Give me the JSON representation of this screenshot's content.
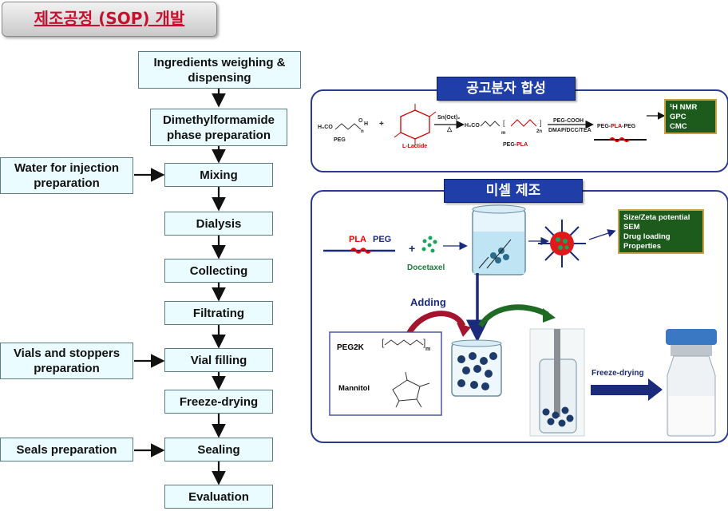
{
  "title": "제조공정 (SOP) 개발",
  "flow": {
    "steps": [
      "Ingredients weighing & dispensing",
      "Dimethylformamide phase preparation",
      "Mixing",
      "Dialysis",
      "Collecting",
      "Filtrating",
      "Vial filling",
      "Freeze-drying",
      "Sealing",
      "Evaluation"
    ],
    "side_inputs": [
      "Water for injection preparation",
      "Vials and stoppers preparation",
      "Seals preparation"
    ]
  },
  "polymer_panel": {
    "title": "공고분자 합성",
    "peg_label": "PEG",
    "lactide_label": "L-Lactide",
    "catalyst": "Sn(Oct)₂",
    "heat": "△",
    "peg_pla_prefix": "PEG-",
    "peg_pla_red": "PLA",
    "reagent_top": "PEG-COOH",
    "reagent_bottom": "DMAP/DCC/TEA",
    "product_a": "PEG-",
    "product_b": "PLA",
    "product_c": "-PEG",
    "formula_h3co": "H₃CO",
    "formula_h": "H",
    "sub_n": "n",
    "sub_m": "m",
    "sub_2n": "2n",
    "plus": "+",
    "analysis": [
      "¹H NMR",
      "GPC",
      "CMC"
    ]
  },
  "micelle_panel": {
    "title": "미셀 제조",
    "pla": "PLA",
    "peg": "PEG",
    "plus": "+",
    "docetaxel": "Docetaxel",
    "adding": "Adding",
    "peg2k": "PEG2K",
    "mannitol": "Mannitol",
    "freeze_drying": "Freeze-drying",
    "sub_m": "m",
    "props": [
      "Size/Zeta potential",
      "SEM",
      "Drug loading",
      "Properties"
    ]
  }
}
